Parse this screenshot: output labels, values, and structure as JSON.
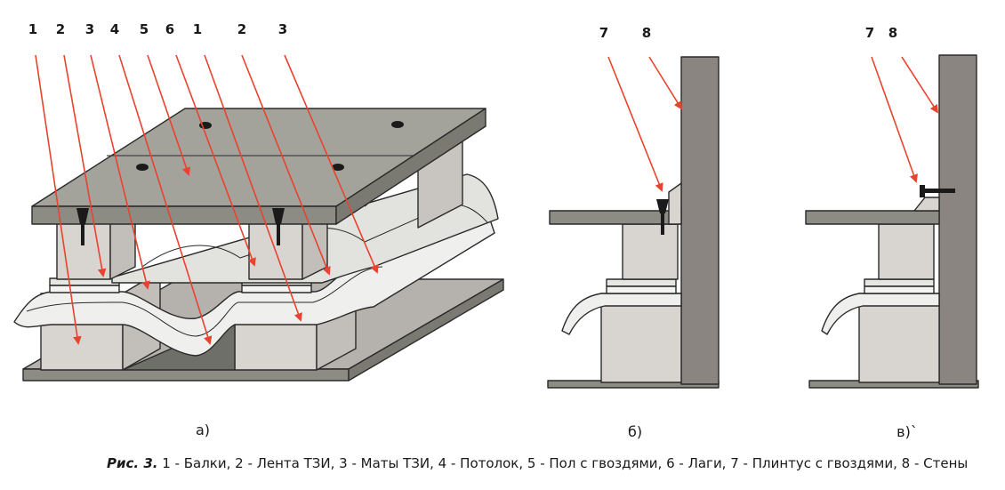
{
  "labels": {
    "a": [
      "1",
      "2",
      "3",
      "4",
      "5",
      "6",
      "1",
      "2",
      "3"
    ],
    "b": [
      "7",
      "8"
    ],
    "c": [
      "7",
      "8"
    ]
  },
  "panels": {
    "a": "а)",
    "b": "б)",
    "c": "в)`"
  },
  "caption": {
    "fig": "Рис. 3.",
    "text": " 1 - Балки,  2 - Лента ТЗИ,  3 - Маты ТЗИ,  4 - Потолок,  5 - Пол с гвоздями, 6 - Лаги, 7 - Плинтус с гвоздями,   8 - Стены"
  },
  "colors": {
    "arrow": "#e8432f",
    "board": "#8c8c84",
    "beam": "#d8d4d0",
    "wall": "#8a8580",
    "outline": "#2a2a2a",
    "mat": "#efefed"
  }
}
